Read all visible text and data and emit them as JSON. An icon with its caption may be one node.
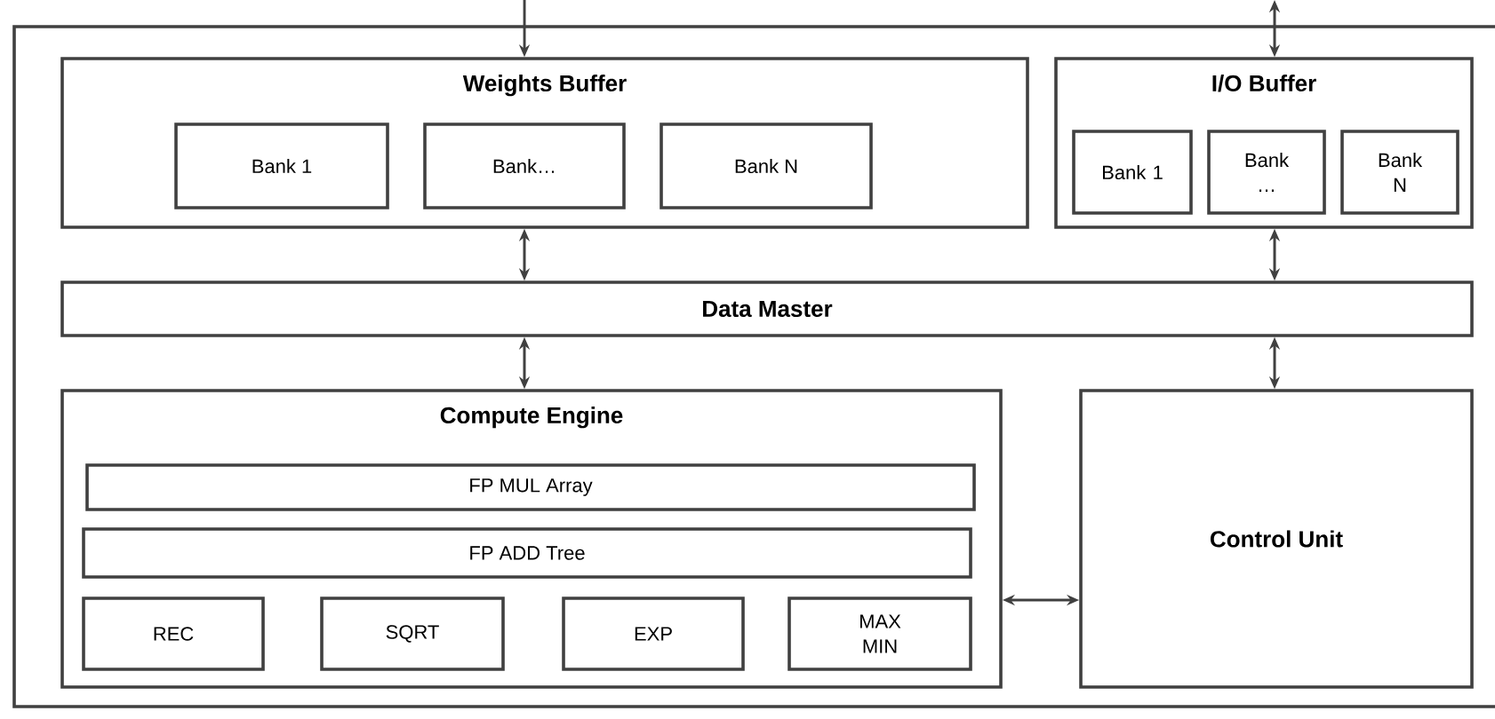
{
  "diagram": {
    "nodes": [
      {
        "text": [],
        "shape": "box"
      },
      {
        "text": [
          "Weights Buffer"
        ],
        "in": 0
      },
      {
        "text": [
          "Bank 1"
        ],
        "in": 1
      },
      {
        "text": [
          "Bank…"
        ],
        "in": 1
      },
      {
        "text": [
          "Bank N"
        ],
        "in": 1
      },
      {
        "text": [
          "I/O Buffer"
        ],
        "in": 0
      },
      {
        "text": [
          "Bank 1"
        ],
        "in": 5
      },
      {
        "text": [
          "Bank …"
        ],
        "in": 5
      },
      {
        "text": [
          "Bank N"
        ],
        "in": 5
      },
      {
        "text": [
          "Data Master"
        ],
        "in": 0
      },
      {
        "text": [
          "Compute Engine"
        ],
        "in": 0
      },
      {
        "text": [
          "FP MUL Array"
        ],
        "in": 10
      },
      {
        "text": [
          "FP ADD Tree"
        ],
        "in": 10
      },
      {
        "text": [
          "REC"
        ],
        "in": 10
      },
      {
        "text": [
          "SQRT"
        ],
        "in": 10
      },
      {
        "text": [
          "EXP"
        ],
        "in": 10
      },
      {
        "text": [
          "MAX MIN"
        ],
        "in": 10
      },
      {
        "text": [
          "Control Unit"
        ],
        "in": 0
      }
    ],
    "edges": [
      {
        "from": null,
        "to": 1,
        "arrow": "to"
      },
      {
        "from": null,
        "to": 5,
        "arrow": "both"
      },
      {
        "from": 1,
        "to": 9,
        "arrow": "both"
      },
      {
        "from": 5,
        "to": 9,
        "arrow": "both"
      },
      {
        "from": 9,
        "to": 10,
        "arrow": "both"
      },
      {
        "from": 9,
        "to": 17,
        "arrow": "both"
      },
      {
        "from": 10,
        "to": 17,
        "arrow": "both"
      }
    ]
  }
}
